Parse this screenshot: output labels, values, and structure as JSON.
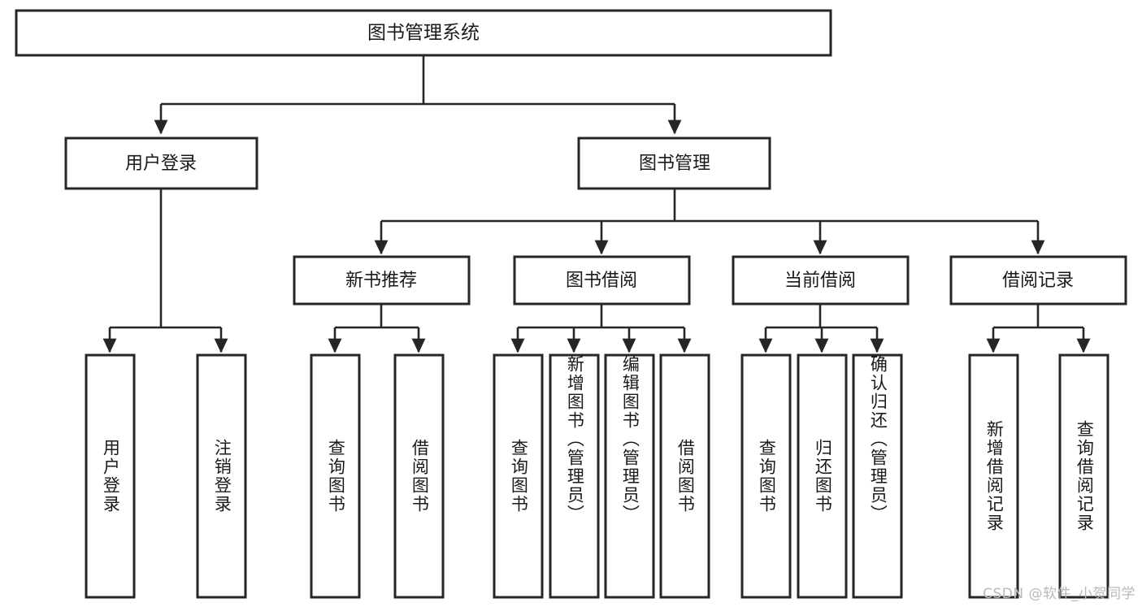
{
  "diagram": {
    "type": "tree-hierarchy",
    "title": "图书管理系统",
    "orientation": "top-down",
    "colors": {
      "box_stroke": "#262626",
      "box_fill": "#ffffff",
      "edge": "#262626",
      "text": "#1a1a1a",
      "watermark": "#b9b9b9",
      "background": "#ffffff"
    },
    "root": {
      "label": "图书管理系统"
    },
    "level1": [
      {
        "label": "用户登录"
      },
      {
        "label": "图书管理"
      }
    ],
    "level2": [
      {
        "label": "新书推荐"
      },
      {
        "label": "图书借阅"
      },
      {
        "label": "当前借阅"
      },
      {
        "label": "借阅记录"
      }
    ],
    "leaves": {
      "user_login": [
        {
          "label": "用户登录"
        },
        {
          "label": "注销登录"
        }
      ],
      "new_book_recommend": [
        {
          "label": "查询图书"
        },
        {
          "label": "借阅图书"
        }
      ],
      "book_borrow": [
        {
          "label": "查询图书"
        },
        {
          "label": "新增图书（管理员）"
        },
        {
          "label": "编辑图书（管理员）"
        },
        {
          "label": "借阅图书"
        }
      ],
      "current_borrow": [
        {
          "label": "查询图书"
        },
        {
          "label": "归还图书"
        },
        {
          "label": "确认归还（管理员）"
        }
      ],
      "borrow_record": [
        {
          "label": "新增借阅记录"
        },
        {
          "label": "查询借阅记录"
        }
      ]
    }
  },
  "watermark": {
    "text": "CSDN @软件_小贺同学"
  }
}
